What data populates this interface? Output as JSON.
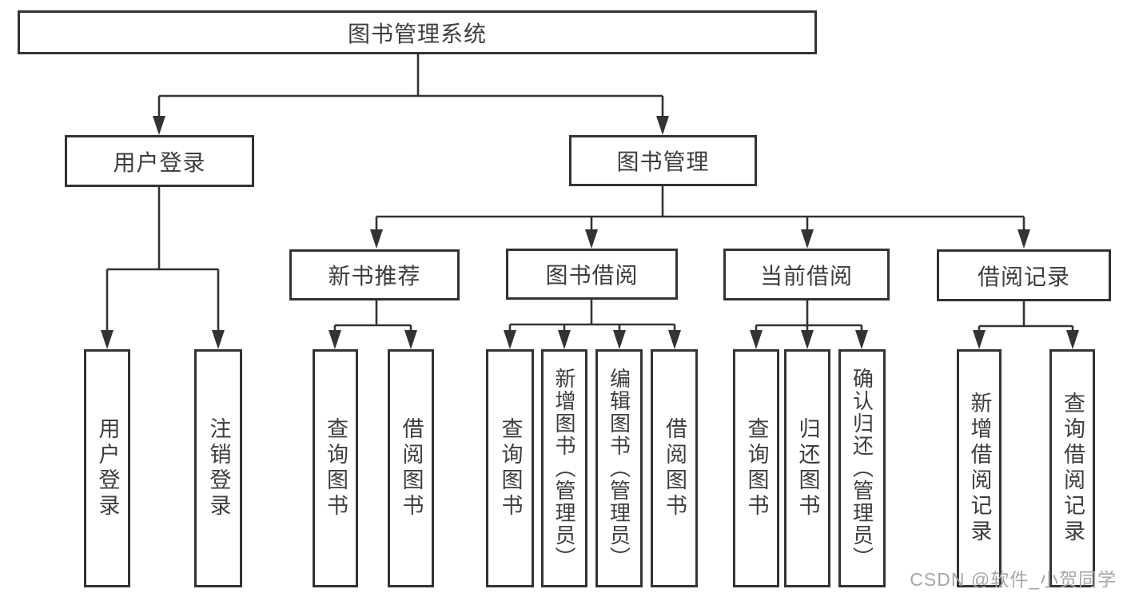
{
  "nodes": {
    "root": "图书管理系统",
    "user_login": "用户登录",
    "book_mgmt": "图书管理",
    "new_book_rec": "新书推荐",
    "book_borrow": "图书借阅",
    "current_borrow": "当前借阅",
    "borrow_record": "借阅记录",
    "leaf_user_login": "用户登录",
    "leaf_logout": "注销登录",
    "leaf_query_book_rec": "查询图书",
    "leaf_borrow_book_rec": "借阅图书",
    "leaf_query_book_borrow": "查询图书",
    "leaf_add_book_admin": "新增图书（管理员）",
    "leaf_edit_book_admin": "编辑图书（管理员）",
    "leaf_borrow_book_borrow": "借阅图书",
    "leaf_query_book_current": "查询图书",
    "leaf_return_book": "归还图书",
    "leaf_confirm_return_admin": "确认归还（管理员）",
    "leaf_add_borrow_record": "新增借阅记录",
    "leaf_query_borrow_record": "查询借阅记录"
  },
  "watermark": "CSDN @软件_小贺同学",
  "colors": {
    "line": "#333333",
    "border": "#333333",
    "text": "#3d3d3d",
    "watermark": "#a6a6a6",
    "background": "#ffffff"
  }
}
